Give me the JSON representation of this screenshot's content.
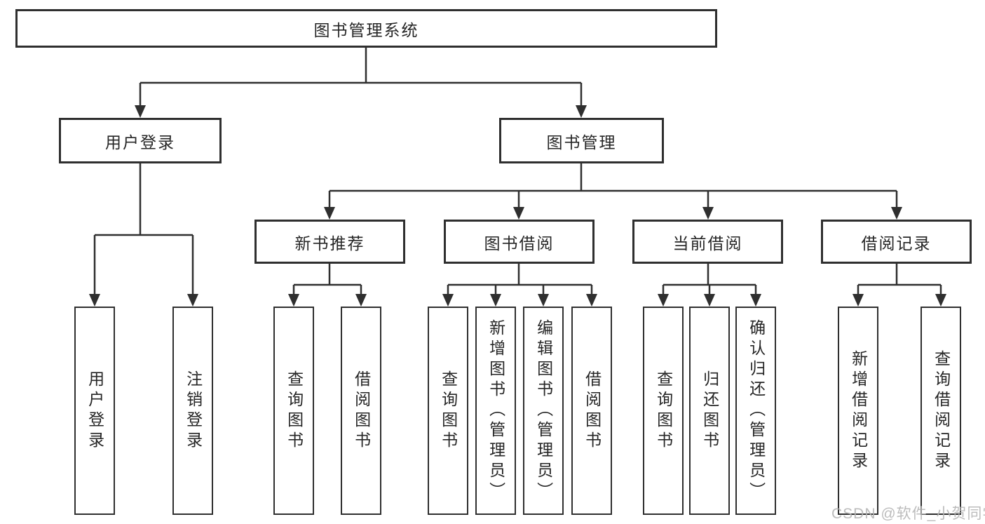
{
  "diagram": {
    "root": "图书管理系统",
    "level2": [
      "用户登录",
      "图书管理"
    ],
    "level3": [
      "新书推荐",
      "图书借阅",
      "当前借阅",
      "借阅记录"
    ],
    "leaves": {
      "user_login": [
        "用户登录",
        "注销登录"
      ],
      "new_book": [
        "查询图书",
        "借阅图书"
      ],
      "book_borrow": [
        "查询图书",
        "新增图书（管理员）",
        "编辑图书（管理员）",
        "借阅图书"
      ],
      "current_borrow": [
        "查询图书",
        "归还图书",
        "确认归还（管理员）"
      ],
      "borrow_records": [
        "新增借阅记录",
        "查询借阅记录"
      ]
    },
    "watermark": "CSDN @软件_小贺同学",
    "colors": {
      "line": "#2f2f2f",
      "text": "#262626",
      "watermark": "#b5b5b5",
      "background": "#ffffff"
    }
  }
}
